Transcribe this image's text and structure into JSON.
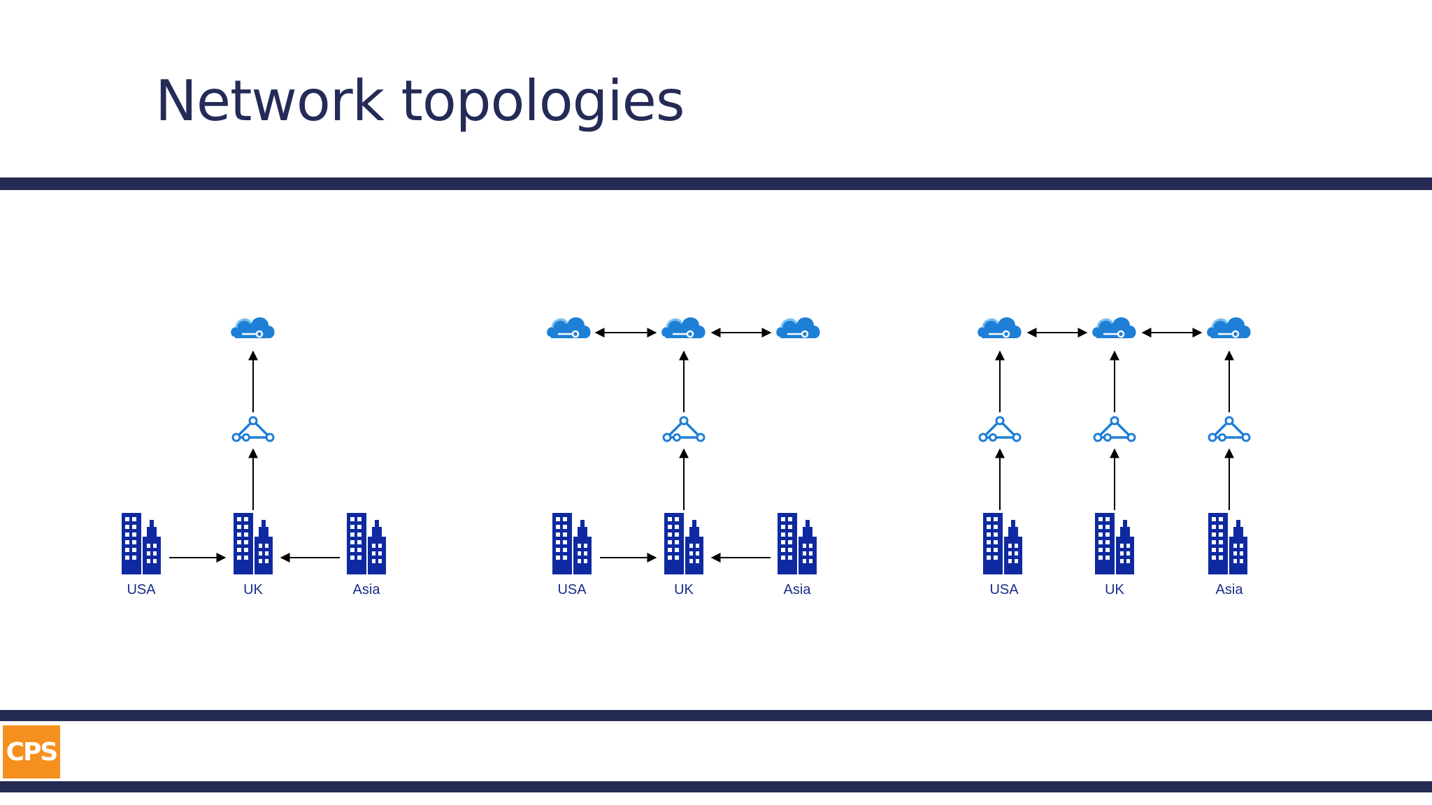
{
  "title": "Network topologies",
  "logo_text": "CPS",
  "colors": {
    "title": "#252b57",
    "bars": "#262b54",
    "building": "#0f2aa0",
    "cloud": "#1e7fd6",
    "logo_bg": "#f5901e"
  },
  "icons": [
    "cloud-icon",
    "network-gateway-icon",
    "office-building-icon"
  ],
  "diagrams": [
    {
      "name": "hub",
      "sites": [
        "USA",
        "UK",
        "Asia"
      ]
    },
    {
      "name": "hub-multi-cloud",
      "sites": [
        "USA",
        "UK",
        "Asia"
      ]
    },
    {
      "name": "distributed",
      "sites": [
        "USA",
        "UK",
        "Asia"
      ]
    }
  ]
}
